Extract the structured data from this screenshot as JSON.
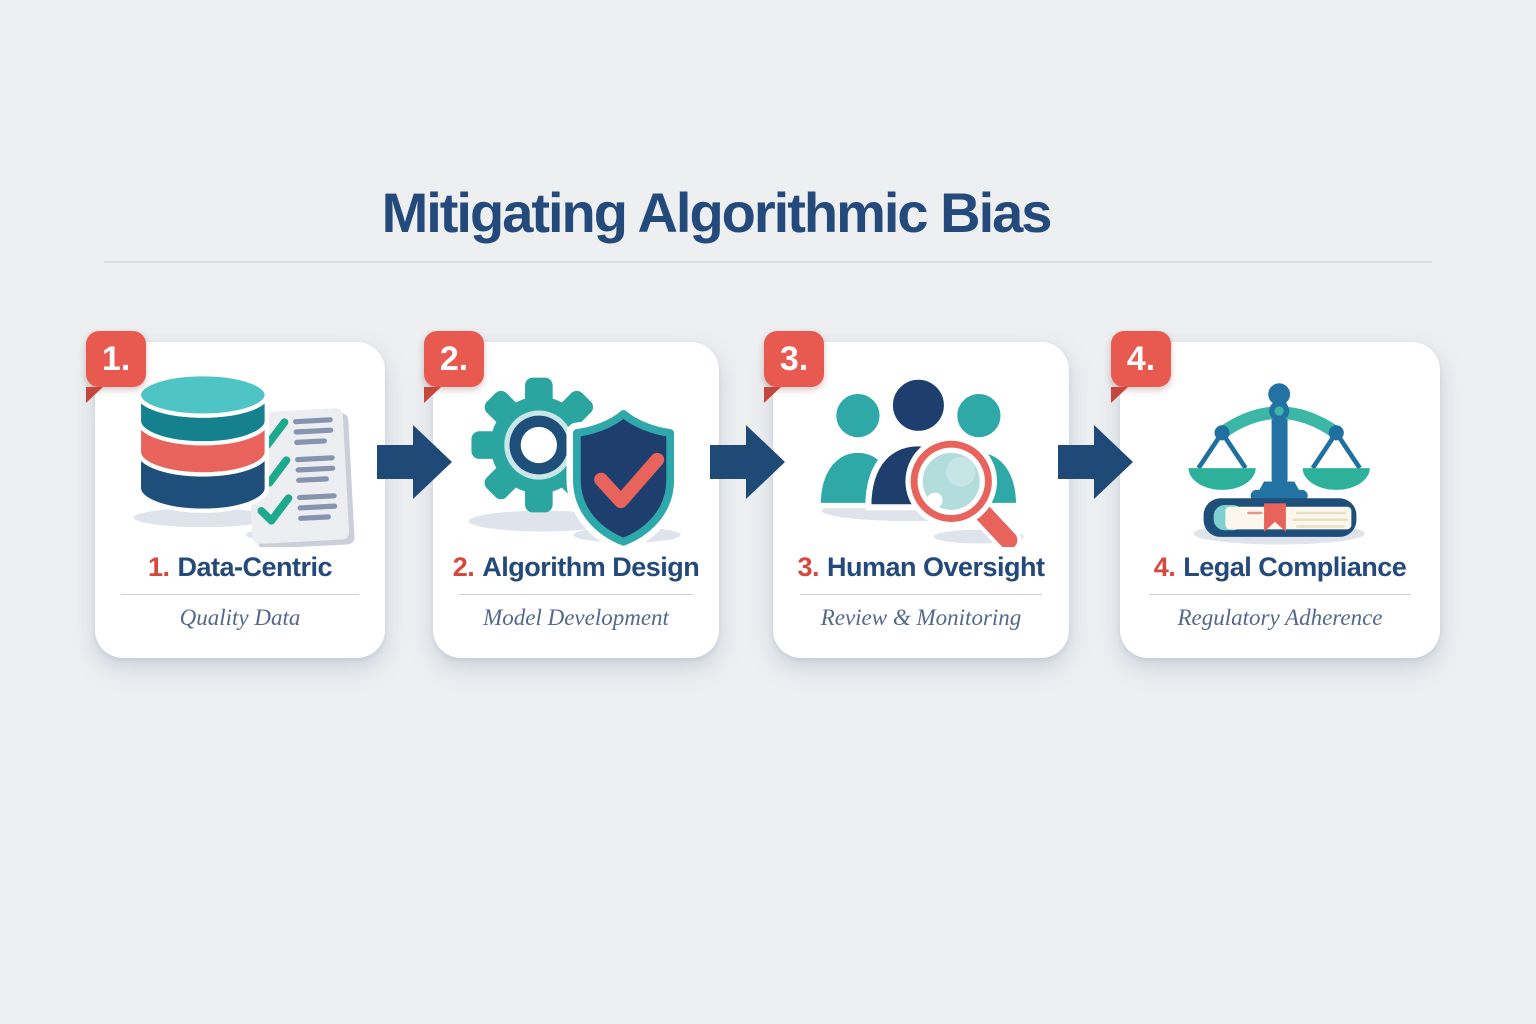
{
  "title": "Mitigating Algorithmic Bias",
  "steps": [
    {
      "badge": "1.",
      "number": "1.",
      "heading": "Data-Centric",
      "subtitle": "Quality Data",
      "icon": "database-checklist-icon"
    },
    {
      "badge": "2.",
      "number": "2.",
      "heading": "Algorithm Design",
      "subtitle": "Model Development",
      "icon": "gear-shield-check-icon"
    },
    {
      "badge": "3.",
      "number": "3.",
      "heading": "Human Oversight",
      "subtitle": "Review & Monitoring",
      "icon": "people-magnifier-icon"
    },
    {
      "badge": "4.",
      "number": "4.",
      "heading": "Legal Compliance",
      "subtitle": "Regulatory Adherence",
      "icon": "scales-book-icon"
    }
  ],
  "colors": {
    "background": "#EDEFF1",
    "card_white": "#FFFFFF",
    "coral": "#E8594F",
    "coral_dark": "#C3473C",
    "navy_text": "#24497B",
    "navy_dark": "#1E3F6E",
    "arrow": "#1F4977",
    "teal": "#2BA5A0",
    "teal_light": "#4EC4C4",
    "teal_dark": "#15818E",
    "steel_blue": "#2272A3",
    "green_check": "#1FA98C",
    "subtitle": "#55678C",
    "divider": "#D7DFE9"
  }
}
